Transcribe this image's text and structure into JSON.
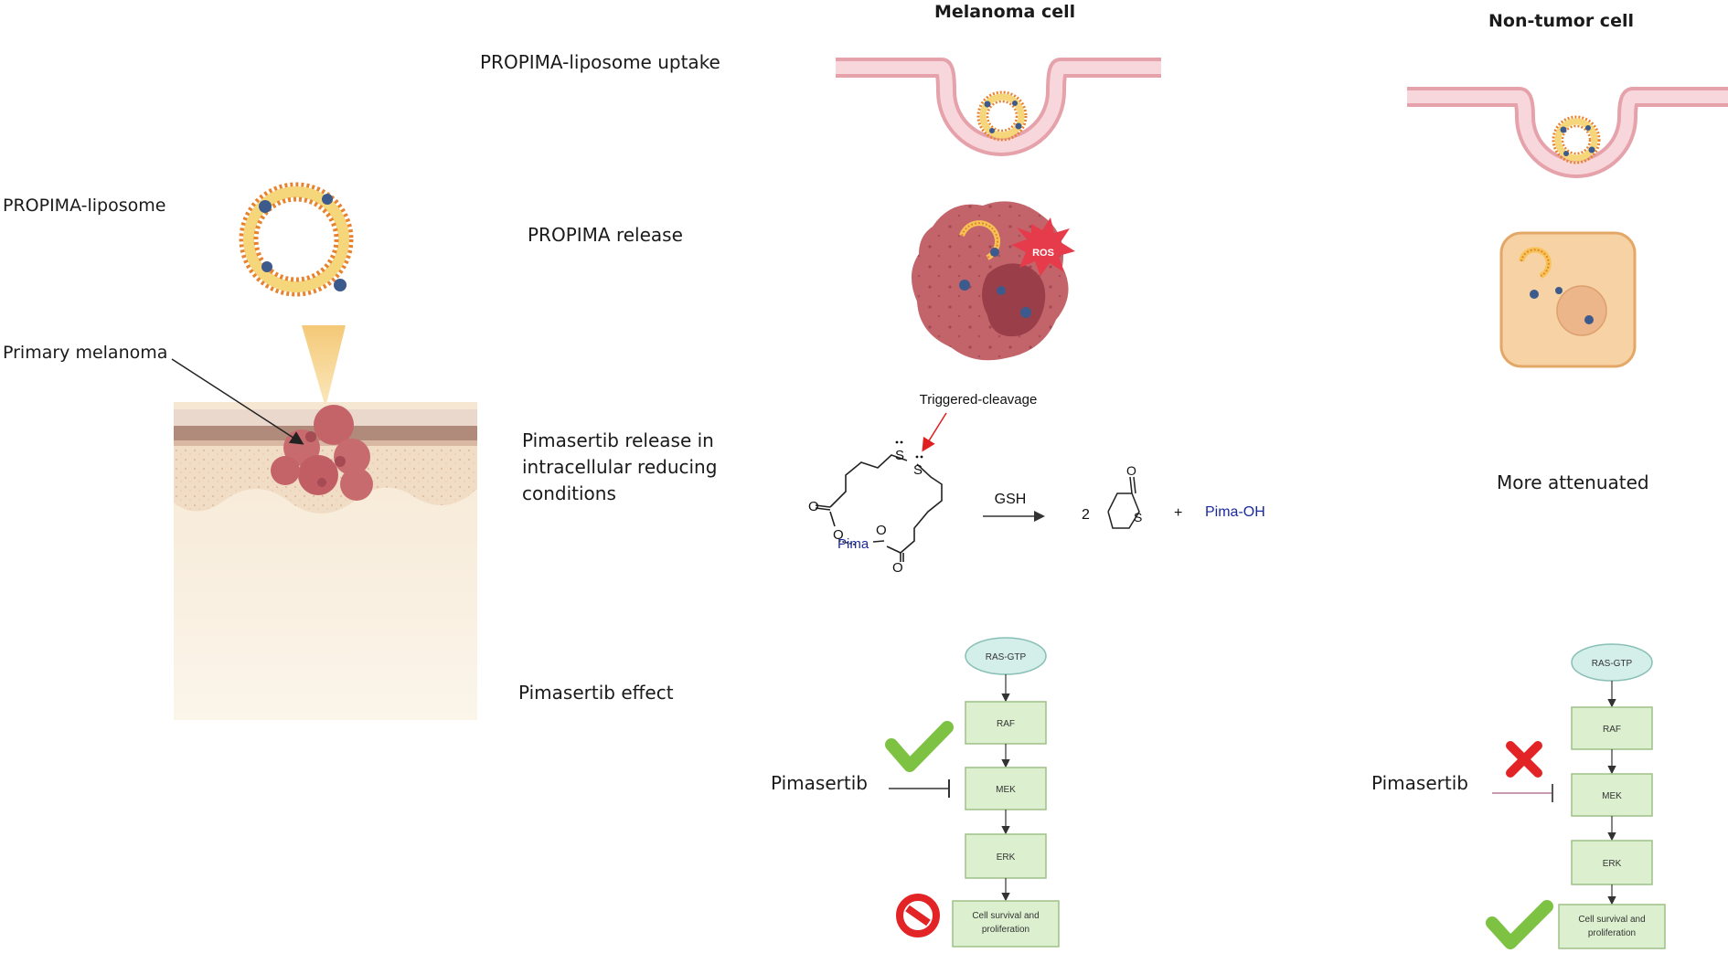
{
  "columns": {
    "melanoma": "Melanoma cell",
    "nontumor": "Non-tumor  cell"
  },
  "stages": {
    "uptake": "PROPIMA-liposome uptake",
    "release": "PROPIMA release",
    "pimasertib_release": "Pimasertib release in intracellular reducing conditions",
    "effect": "Pimasertib effect"
  },
  "left_panel": {
    "liposome_label": "PROPIMA-liposome",
    "melanoma_label": "Primary melanoma"
  },
  "ros_label": "ROS",
  "chemistry": {
    "trigger_label": "Triggered-cleavage",
    "reagent": "GSH",
    "coefficient": "2",
    "plus": "+",
    "product": "Pima-OH",
    "pima_group": "Pima",
    "atom_o": "O",
    "atom_s": "S"
  },
  "nontumor_note": "More attenuated",
  "pathway": {
    "ras": "RAS-GTP",
    "raf": "RAF",
    "mek": "MEK",
    "erk": "ERK",
    "outcome_line1": "Cell survival and",
    "outcome_line2": "proliferation",
    "inhibitor": "Pimasertib"
  },
  "colors": {
    "membrane": "#f5c6cc",
    "membrane_edge": "#e6a2ab",
    "liposome_orange": "#e8822e",
    "liposome_yellow": "#f6d67a",
    "drug_blue": "#3c5a8c",
    "melanoma_cell": "#c3646a",
    "nucleus_dark": "#9a3f49",
    "ros_red": "#e63b4b",
    "normal_cell": "#f6d2a4",
    "normal_cell_edge": "#e3a867",
    "pathway_box": "#dcf0cf",
    "pathway_edge": "#9ec187",
    "ras_oval": "#d4eee9",
    "ras_edge": "#88bfb6",
    "check_green": "#7dc243",
    "cross_red": "#e22426",
    "product_blue": "#1b2aa0",
    "skin_top": "#e9d1c1",
    "skin_band": "#b08a7a",
    "dermis": "#f4e2cc"
  }
}
